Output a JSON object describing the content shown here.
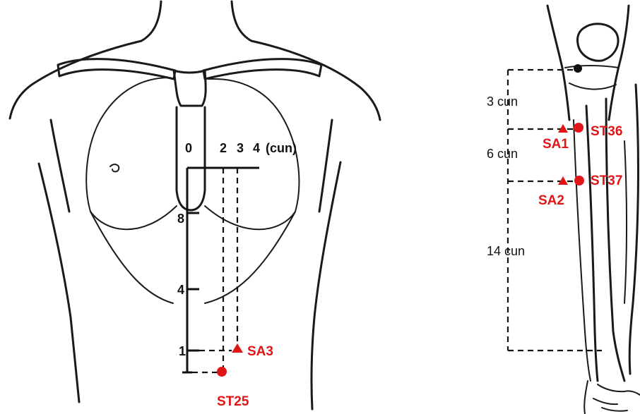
{
  "colors": {
    "acupoint": "#e11515",
    "line": "#111111",
    "outline": "#1a1a1a",
    "background": "#ffffff"
  },
  "torso_panel": {
    "horizontal_ruler": {
      "tick_labels": [
        "0",
        "2",
        "3",
        "4"
      ],
      "unit_label": "(cun)"
    },
    "vertical_ruler": {
      "tick_labels": [
        "8",
        "4",
        "1"
      ]
    },
    "points": {
      "sa3": {
        "label": "SA3",
        "marker": "triangle-icon"
      },
      "st25": {
        "label": "ST25",
        "marker": "circle-icon"
      }
    }
  },
  "leg_panel": {
    "segments": [
      {
        "label": "3 cun"
      },
      {
        "label": "6 cun"
      },
      {
        "label": "14 cun"
      }
    ],
    "points": {
      "st36": {
        "label": "ST36",
        "marker": "circle-icon"
      },
      "sa1": {
        "label": "SA1",
        "marker": "triangle-icon"
      },
      "st37": {
        "label": "ST37",
        "marker": "circle-icon"
      },
      "sa2": {
        "label": "SA2",
        "marker": "triangle-icon"
      }
    }
  }
}
